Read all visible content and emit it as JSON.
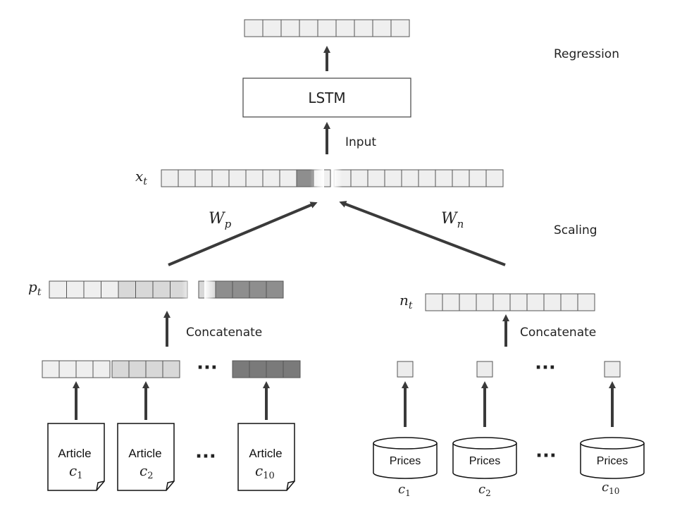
{
  "labels": {
    "regression": "Regression",
    "lstm": "LSTM",
    "input": "Input",
    "scaling": "Scaling",
    "concatenate_left": "Concatenate",
    "concatenate_right": "Concatenate",
    "ellipsis": "···"
  },
  "math": {
    "x_t": "x",
    "x_t_sub": "t",
    "w_p": "W",
    "w_p_sub": "p",
    "w_n": "W",
    "w_n_sub": "n",
    "p_t": "p",
    "p_t_sub": "t",
    "n_t": "n",
    "n_t_sub": "t"
  },
  "articles": [
    {
      "title": "Article",
      "var": "c",
      "sub": "1"
    },
    {
      "title": "Article",
      "var": "c",
      "sub": "2"
    },
    {
      "title": "Article",
      "var": "c",
      "sub": "10"
    }
  ],
  "prices": [
    {
      "title": "Prices",
      "var": "c",
      "sub": "1"
    },
    {
      "title": "Prices",
      "var": "c",
      "sub": "2"
    },
    {
      "title": "Prices",
      "var": "c",
      "sub": "10"
    }
  ],
  "colors": {
    "cell_light": "#efefef",
    "cell_mid": "#d8d8d8",
    "cell_dark": "#8e8e8e",
    "cell_darker": "#7a7a7a",
    "arrow": "#3a3a3a",
    "border": "#555555"
  }
}
